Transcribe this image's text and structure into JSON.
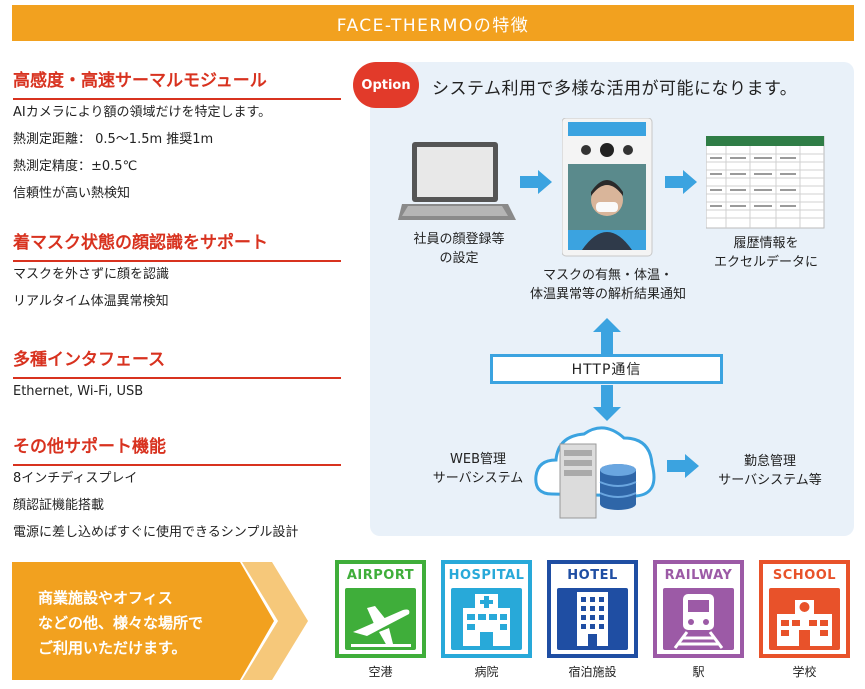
{
  "banner": {
    "title": "FACE-THERMOの特徴"
  },
  "features": [
    {
      "title": "高感度・高速サーマルモジュール",
      "lines": [
        "AIカメラにより額の領域だけを特定します。",
        "熱測定距離： 0.5～1.5m 推奨1m",
        "熱測定精度：±0.5℃",
        "信頼性が高い熱検知"
      ]
    },
    {
      "title": "着マスク状態の顔認識をサポート",
      "lines": [
        "マスクを外さずに顔を認識",
        "リアルタイム体温異常検知"
      ]
    },
    {
      "title": "多種インタフェース",
      "lines": [
        "Ethernet, Wi-Fi, USB"
      ]
    },
    {
      "title": "その他サポート機能",
      "lines": [
        "8インチディスプレイ",
        "顔認証機能搭載",
        "電源に差し込めばすぐに使用できるシンプル設計"
      ]
    }
  ],
  "diagram": {
    "badge": "Option",
    "headline": "システム利用で多様な活用が可能になります。",
    "laptop_caption": [
      "社員の顔登録等",
      "の設定"
    ],
    "device_caption": [
      "マスクの有無・体温・",
      "体温異常等の解析結果通知"
    ],
    "sheet_caption": [
      "履歴情報を",
      "エクセルデータに"
    ],
    "http_label": "HTTP通信",
    "server_caption": [
      "WEB管理",
      "サーバシステム"
    ],
    "attendance_caption": [
      "勤怠管理",
      "サーバシステム等"
    ]
  },
  "bottom": {
    "lines": [
      "商業施設やオフィス",
      "などの他、様々な場所で",
      "ご利用いただけます。"
    ]
  },
  "venues": [
    {
      "title": "AIRPORT",
      "label": "空港",
      "color": "#3fae3a",
      "icon": "airplane-icon"
    },
    {
      "title": "HOSPITAL",
      "label": "病院",
      "color": "#28a9d9",
      "icon": "hospital-icon"
    },
    {
      "title": "HOTEL",
      "label": "宿泊施設",
      "color": "#1f4ea3",
      "icon": "hotel-icon"
    },
    {
      "title": "RAILWAY",
      "label": "駅",
      "color": "#9c5aa6",
      "icon": "train-icon"
    },
    {
      "title": "SCHOOL",
      "label": "学校",
      "color": "#e8522a",
      "icon": "school-icon"
    }
  ],
  "colors": {
    "orange": "#f2a11f",
    "red": "#d8321f",
    "blue": "#3ba3e0",
    "panel": "#e9f1f9"
  }
}
